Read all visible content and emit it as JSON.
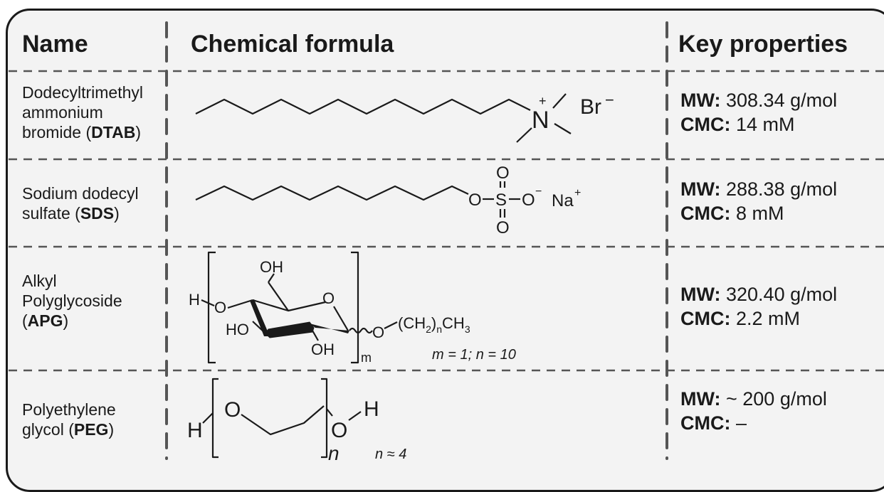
{
  "headers": {
    "name": "Name",
    "formula": "Chemical formula",
    "properties": "Key properties"
  },
  "labels": {
    "mw": "MW:",
    "cmc": "CMC:"
  },
  "rows": [
    {
      "name_lines": [
        "Dodecyltrimethyl",
        "ammonium"
      ],
      "name_prefix": "bromide (",
      "abbr": "DTAB",
      "name_suffix": ")",
      "mw": "308.34 g/mol",
      "cmc": "14 mM",
      "structure": {
        "N": "N",
        "plus": "+",
        "counterion": "Br",
        "charge": "−"
      }
    },
    {
      "name_lines": [
        "Sodium dodecyl"
      ],
      "name_prefix": "sulfate (",
      "abbr": "SDS",
      "name_suffix": ")",
      "mw": "288.38 g/mol",
      "cmc": "8 mM",
      "structure": {
        "O": "O",
        "S": "S",
        "O_minus": "O",
        "minus": "−",
        "Na": "Na",
        "plus": "+"
      }
    },
    {
      "name_lines": [
        "Alkyl",
        "Polyglycoside"
      ],
      "name_prefix": "(",
      "abbr": "APG",
      "name_suffix": ")",
      "mw": "320.40 g/mol",
      "cmc": "2.2 mM",
      "structure": {
        "OH": "OH",
        "H": "H",
        "O": "O",
        "HO": "HO",
        "chain_open": "(CH",
        "sub2": "2",
        "close": ")",
        "subn": "n",
        "ch": "CH",
        "sub3": "3",
        "m": "m",
        "params": "m = 1; n = 10"
      }
    },
    {
      "name_lines": [
        "Polyethylene"
      ],
      "name_prefix": "glycol (",
      "abbr": "PEG",
      "name_suffix": ")",
      "mw": "~ 200 g/mol",
      "cmc": "–",
      "structure": {
        "H": "H",
        "O": "O",
        "n": "n",
        "params": "n ≈ 4"
      }
    }
  ]
}
